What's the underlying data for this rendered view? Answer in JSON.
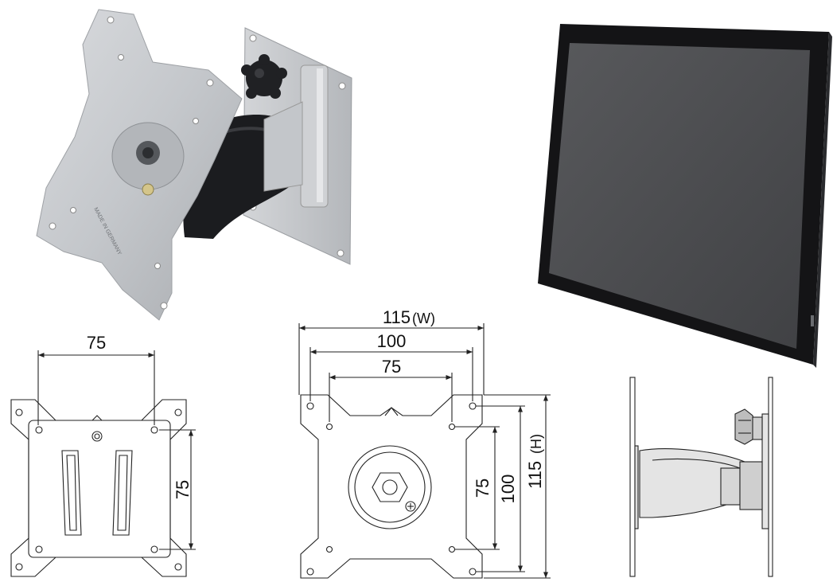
{
  "photos": {
    "bracket": {
      "engraving": "MADE IN GERMANY"
    }
  },
  "drawing_left": {
    "width_label": "75",
    "height_label": "75"
  },
  "drawing_center": {
    "width_outer_num": "115",
    "width_outer_unit": "(W)",
    "width_mid": "100",
    "width_inner": "75",
    "height_inner": "75",
    "height_mid": "100",
    "height_outer_num": "115",
    "height_outer_unit": "(H)"
  },
  "colors": {
    "line": "#222222",
    "aluminium": "#c9ccd0",
    "rubber": "#1b1c1f",
    "bezel": "#141416",
    "screen": "#4a4b4e"
  }
}
